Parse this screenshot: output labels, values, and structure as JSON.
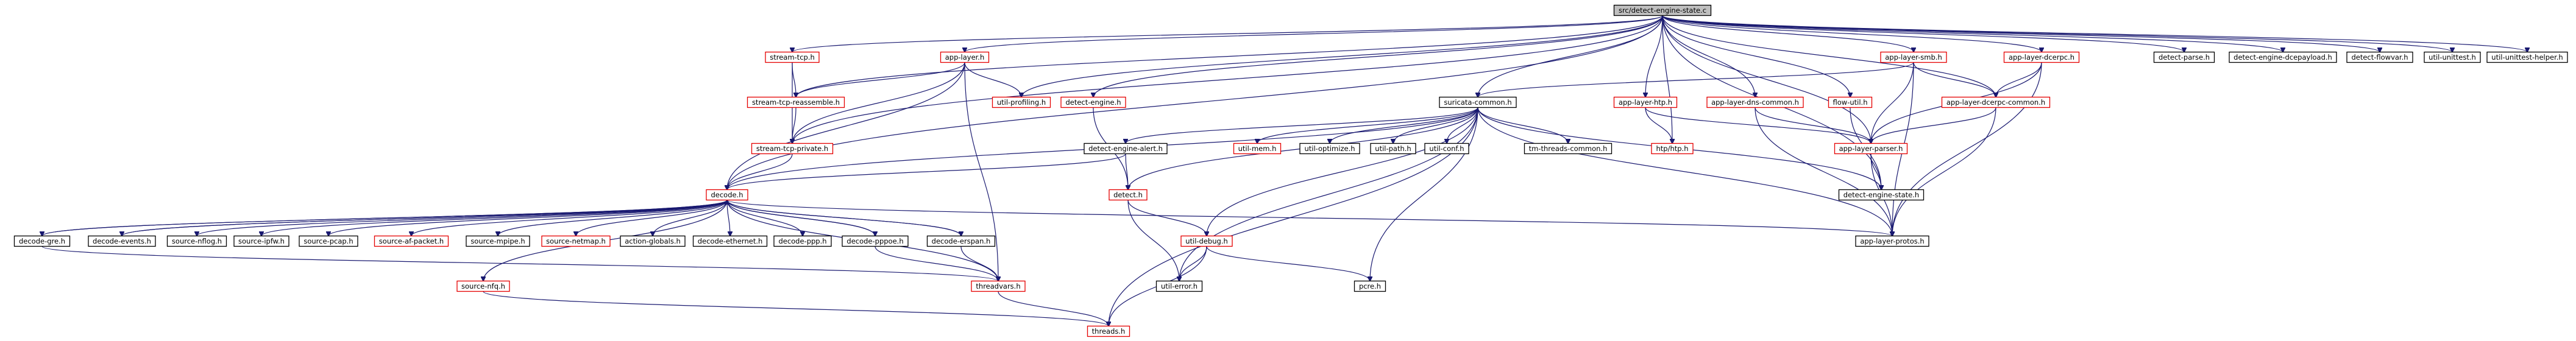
{
  "diagram": {
    "type": "include-dependency-graph",
    "colors": {
      "edge": "#191970",
      "root_fill": "#bfbfbf",
      "node_border": "#000000",
      "partial_node_border": "#e50000"
    },
    "nodes": [
      {
        "id": "root",
        "label": "src/detect-engine-state.c",
        "style": "root"
      },
      {
        "id": "stream_tcp",
        "label": "stream-tcp.h",
        "style": "partial"
      },
      {
        "id": "app_layer",
        "label": "app-layer.h",
        "style": "partial"
      },
      {
        "id": "detect_engine",
        "label": "detect-engine.h",
        "style": "partial"
      },
      {
        "id": "suricata_common",
        "label": "suricata-common.h",
        "style": "normal"
      },
      {
        "id": "app_layer_htp",
        "label": "app-layer-htp.h",
        "style": "partial"
      },
      {
        "id": "app_layer_dns_common",
        "label": "app-layer-dns-common.h",
        "style": "partial"
      },
      {
        "id": "flow_util",
        "label": "flow-util.h",
        "style": "partial"
      },
      {
        "id": "app_layer_smb",
        "label": "app-layer-smb.h",
        "style": "partial"
      },
      {
        "id": "app_layer_dcerpc",
        "label": "app-layer-dcerpc.h",
        "style": "partial"
      },
      {
        "id": "detect_parse",
        "label": "detect-parse.h",
        "style": "normal"
      },
      {
        "id": "detect_engine_dcepayload",
        "label": "detect-engine-dcepayload.h",
        "style": "normal"
      },
      {
        "id": "detect_flowvar",
        "label": "detect-flowvar.h",
        "style": "normal"
      },
      {
        "id": "util_unittest",
        "label": "util-unittest.h",
        "style": "normal"
      },
      {
        "id": "util_unittest_helper",
        "label": "util-unittest-helper.h",
        "style": "normal"
      },
      {
        "id": "stream_tcp_reassemble",
        "label": "stream-tcp-reassemble.h",
        "style": "partial"
      },
      {
        "id": "util_profiling",
        "label": "util-profiling.h",
        "style": "partial"
      },
      {
        "id": "app_layer_dcerpc_common",
        "label": "app-layer-dcerpc-common.h",
        "style": "partial"
      },
      {
        "id": "stream_tcp_private",
        "label": "stream-tcp-private.h",
        "style": "partial"
      },
      {
        "id": "detect_engine_alert",
        "label": "detect-engine-alert.h",
        "style": "normal"
      },
      {
        "id": "util_mem",
        "label": "util-mem.h",
        "style": "partial"
      },
      {
        "id": "util_optimize",
        "label": "util-optimize.h",
        "style": "normal"
      },
      {
        "id": "util_path",
        "label": "util-path.h",
        "style": "normal"
      },
      {
        "id": "util_conf",
        "label": "util-conf.h",
        "style": "normal"
      },
      {
        "id": "tm_threads_common",
        "label": "tm-threads-common.h",
        "style": "normal"
      },
      {
        "id": "htp_htp",
        "label": "htp/htp.h",
        "style": "partial"
      },
      {
        "id": "app_layer_parser",
        "label": "app-layer-parser.h",
        "style": "partial"
      },
      {
        "id": "decode",
        "label": "decode.h",
        "style": "partial"
      },
      {
        "id": "detect",
        "label": "detect.h",
        "style": "partial"
      },
      {
        "id": "detect_engine_state_h",
        "label": "detect-engine-state.h",
        "style": "normal"
      },
      {
        "id": "decode_gre",
        "label": "decode-gre.h",
        "style": "normal"
      },
      {
        "id": "decode_events",
        "label": "decode-events.h",
        "style": "normal"
      },
      {
        "id": "source_nflog",
        "label": "source-nflog.h",
        "style": "normal"
      },
      {
        "id": "source_ipfw",
        "label": "source-ipfw.h",
        "style": "normal"
      },
      {
        "id": "source_pcap",
        "label": "source-pcap.h",
        "style": "normal"
      },
      {
        "id": "source_af_packet",
        "label": "source-af-packet.h",
        "style": "partial"
      },
      {
        "id": "source_mpipe",
        "label": "source-mpipe.h",
        "style": "normal"
      },
      {
        "id": "source_netmap",
        "label": "source-netmap.h",
        "style": "partial"
      },
      {
        "id": "action_globals",
        "label": "action-globals.h",
        "style": "normal"
      },
      {
        "id": "decode_ethernet",
        "label": "decode-ethernet.h",
        "style": "normal"
      },
      {
        "id": "decode_ppp",
        "label": "decode-ppp.h",
        "style": "normal"
      },
      {
        "id": "decode_pppoe",
        "label": "decode-pppoe.h",
        "style": "normal"
      },
      {
        "id": "decode_erspan",
        "label": "decode-erspan.h",
        "style": "normal"
      },
      {
        "id": "util_debug",
        "label": "util-debug.h",
        "style": "partial"
      },
      {
        "id": "app_layer_protos",
        "label": "app-layer-protos.h",
        "style": "normal"
      },
      {
        "id": "util_error",
        "label": "util-error.h",
        "style": "normal"
      },
      {
        "id": "pcre",
        "label": "pcre.h",
        "style": "normal"
      },
      {
        "id": "source_nfq",
        "label": "source-nfq.h",
        "style": "partial"
      },
      {
        "id": "threadvars",
        "label": "threadvars.h",
        "style": "partial"
      },
      {
        "id": "threads",
        "label": "threads.h",
        "style": "partial"
      }
    ],
    "edges": [
      [
        "root",
        "stream_tcp"
      ],
      [
        "root",
        "app_layer"
      ],
      [
        "root",
        "detect_engine"
      ],
      [
        "root",
        "suricata_common"
      ],
      [
        "root",
        "app_layer_htp"
      ],
      [
        "root",
        "app_layer_dns_common"
      ],
      [
        "root",
        "flow_util"
      ],
      [
        "root",
        "app_layer_smb"
      ],
      [
        "root",
        "app_layer_dcerpc"
      ],
      [
        "root",
        "detect_parse"
      ],
      [
        "root",
        "detect_engine_dcepayload"
      ],
      [
        "root",
        "detect_flowvar"
      ],
      [
        "root",
        "util_unittest"
      ],
      [
        "root",
        "util_unittest_helper"
      ],
      [
        "root",
        "util_profiling"
      ],
      [
        "root",
        "stream_tcp_reassemble"
      ],
      [
        "root",
        "stream_tcp_private"
      ],
      [
        "root",
        "decode"
      ],
      [
        "root",
        "htp_htp"
      ],
      [
        "root",
        "detect_engine_state_h"
      ],
      [
        "root",
        "app_layer_dcerpc_common"
      ],
      [
        "root",
        "app_layer_parser"
      ],
      [
        "stream_tcp",
        "stream_tcp_reassemble"
      ],
      [
        "stream_tcp",
        "stream_tcp_private"
      ],
      [
        "app_layer",
        "stream_tcp_reassemble"
      ],
      [
        "app_layer",
        "stream_tcp_private"
      ],
      [
        "app_layer",
        "util_profiling"
      ],
      [
        "app_layer",
        "decode"
      ],
      [
        "app_layer",
        "threadvars"
      ],
      [
        "stream_tcp_reassemble",
        "stream_tcp_private"
      ],
      [
        "stream_tcp_private",
        "decode"
      ],
      [
        "detect_engine",
        "detect"
      ],
      [
        "suricata_common",
        "detect_engine_alert"
      ],
      [
        "suricata_common",
        "util_mem"
      ],
      [
        "suricata_common",
        "util_optimize"
      ],
      [
        "suricata_common",
        "util_path"
      ],
      [
        "suricata_common",
        "util_conf"
      ],
      [
        "suricata_common",
        "tm_threads_common"
      ],
      [
        "suricata_common",
        "util_debug"
      ],
      [
        "suricata_common",
        "util_error"
      ],
      [
        "suricata_common",
        "pcre"
      ],
      [
        "suricata_common",
        "threads"
      ],
      [
        "suricata_common",
        "app_layer_protos"
      ],
      [
        "suricata_common",
        "detect"
      ],
      [
        "suricata_common",
        "decode"
      ],
      [
        "suricata_common",
        "detect_engine_state_h"
      ],
      [
        "app_layer_htp",
        "htp_htp"
      ],
      [
        "app_layer_htp",
        "app_layer_parser"
      ],
      [
        "app_layer_dns_common",
        "app_layer_protos"
      ],
      [
        "app_layer_dns_common",
        "app_layer_parser"
      ],
      [
        "flow_util",
        "detect_engine_state_h"
      ],
      [
        "app_layer_smb",
        "suricata_common"
      ],
      [
        "app_layer_smb",
        "app_layer_dcerpc_common"
      ],
      [
        "app_layer_smb",
        "app_layer_parser"
      ],
      [
        "app_layer_smb",
        "app_layer_protos"
      ],
      [
        "app_layer_dcerpc",
        "app_layer_dcerpc_common"
      ],
      [
        "app_layer_dcerpc",
        "app_layer_parser"
      ],
      [
        "app_layer_dcerpc",
        "app_layer_protos"
      ],
      [
        "app_layer_dcerpc_common",
        "app_layer_parser"
      ],
      [
        "app_layer_dcerpc_common",
        "app_layer_protos"
      ],
      [
        "app_layer_parser",
        "detect_engine_state_h"
      ],
      [
        "app_layer_parser",
        "app_layer_protos"
      ],
      [
        "detect_engine_alert",
        "decode"
      ],
      [
        "detect_engine_alert",
        "detect"
      ],
      [
        "detect",
        "util_debug"
      ],
      [
        "detect",
        "util_error"
      ],
      [
        "util_debug",
        "util_error"
      ],
      [
        "util_debug",
        "pcre"
      ],
      [
        "util_debug",
        "threads"
      ],
      [
        "decode",
        "decode_gre"
      ],
      [
        "decode",
        "decode_events"
      ],
      [
        "decode",
        "source_nflog"
      ],
      [
        "decode",
        "source_ipfw"
      ],
      [
        "decode",
        "source_pcap"
      ],
      [
        "decode",
        "source_af_packet"
      ],
      [
        "decode",
        "source_mpipe"
      ],
      [
        "decode",
        "source_netmap"
      ],
      [
        "decode",
        "action_globals"
      ],
      [
        "decode",
        "decode_ethernet"
      ],
      [
        "decode",
        "decode_ppp"
      ],
      [
        "decode",
        "decode_pppoe"
      ],
      [
        "decode",
        "decode_erspan"
      ],
      [
        "decode",
        "app_layer_protos"
      ],
      [
        "decode",
        "source_nfq"
      ],
      [
        "decode",
        "threadvars"
      ],
      [
        "decode_gre",
        "decode"
      ],
      [
        "decode_events",
        "decode"
      ],
      [
        "decode_pppoe",
        "decode"
      ],
      [
        "decode_erspan",
        "decode"
      ],
      [
        "decode_erspan",
        "threadvars"
      ],
      [
        "decode_pppoe",
        "threadvars"
      ],
      [
        "decode_gre",
        "threadvars"
      ],
      [
        "source_nfq",
        "threads"
      ],
      [
        "threadvars",
        "threads"
      ]
    ]
  }
}
